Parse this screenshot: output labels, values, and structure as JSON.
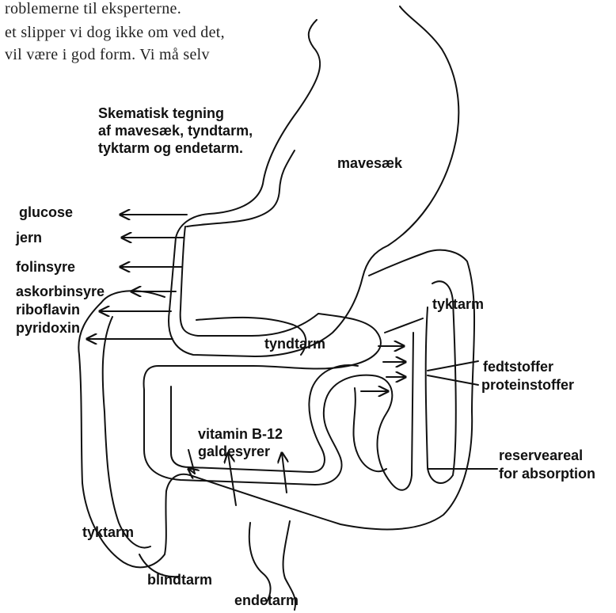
{
  "page_text": {
    "line1": "roblemerne til eksperterne.",
    "line2": "et slipper vi dog ikke om ved det,",
    "line3": "vil være i god form. Vi må selv"
  },
  "caption": {
    "line1": "Skematisk tegning",
    "line2": "af mavesæk, tyndtarm,",
    "line3": "tyktarm og endetarm."
  },
  "labels": {
    "mavesaek": "mavesæk",
    "glucose": "glucose",
    "jern": "jern",
    "folinsyre": "folinsyre",
    "askorbinsyre": "askorbinsyre",
    "riboflavin": "riboflavin",
    "pyridoxin": "pyridoxin",
    "tyktarm_right": "tyktarm",
    "tyndtarm": "tyndtarm",
    "fedtstoffer": "fedtstoffer",
    "proteinstoffer": "proteinstoffer",
    "vitamin_b12": "vitamin B-12",
    "galdesyrer": "galdesyrer",
    "reserveareal": "reserveareal",
    "for_absorption": "for absorption",
    "tyktarm_left": "tyktarm",
    "blindtarm": "blindtarm",
    "endetarm": "endetarm"
  },
  "colors": {
    "ink": "#111111",
    "paper": "#ffffff"
  }
}
